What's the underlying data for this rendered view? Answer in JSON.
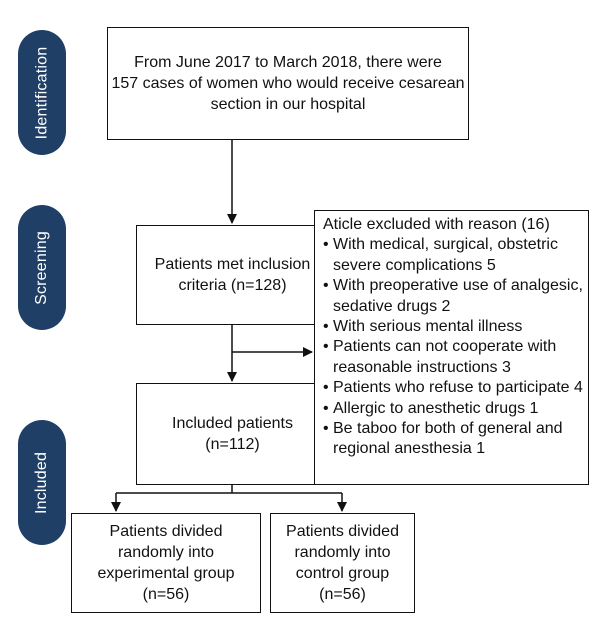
{
  "stages": {
    "identification": "Identification",
    "screening": "Screening",
    "included": "Included"
  },
  "boxes": {
    "identification": [
      "From June 2017 to March 2018, there were",
      "157 cases of women who would receive cesarean",
      "section in our hospital"
    ],
    "inclusion": [
      "Patients met inclusion",
      "criteria (n=128)"
    ],
    "included": [
      "Included patients",
      "(n=112)"
    ],
    "experimental": [
      "Patients divided",
      "randomly into",
      "experimental group",
      "(n=56)"
    ],
    "control": [
      "Patients divided",
      "randomly into",
      "control group",
      "(n=56)"
    ]
  },
  "exclusion": {
    "heading": "Aticle excluded with reason (16)",
    "items": [
      [
        "With medical, surgical, obstetric",
        "severe complications 5"
      ],
      [
        "With preoperative use of analgesic,",
        "sedative drugs 2"
      ],
      [
        "With serious mental illness"
      ],
      [
        "Patients can not cooperate with",
        "reasonable instructions 3"
      ],
      [
        "Patients who refuse to participate 4"
      ],
      [
        "Allergic to anesthetic drugs 1"
      ],
      [
        "Be taboo for both of general and",
        "regional anesthesia 1"
      ]
    ]
  }
}
